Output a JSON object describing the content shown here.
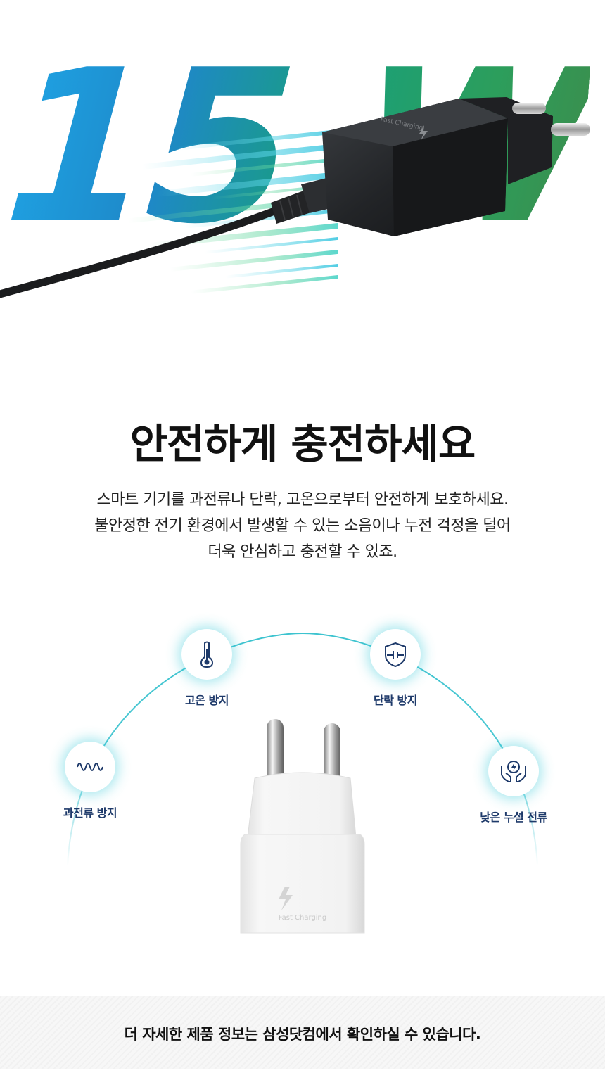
{
  "hero": {
    "title": "15 W",
    "charger_print": "Fast Charging"
  },
  "section": {
    "headline": "안전하게 충전하세요",
    "description": [
      "스마트 기기를 과전류나 단락, 고온으로부터 안전하게 보호하세요.",
      "불안정한 전기 환경에서 발생할 수 있는 소음이나 누전 걱정을 덜어",
      "더욱 안심하고 충전할 수 있죠."
    ]
  },
  "features": [
    {
      "label": "과전류 방지",
      "icon": "wave-icon"
    },
    {
      "label": "고온 방지",
      "icon": "thermometer-icon"
    },
    {
      "label": "단락 방지",
      "icon": "shield-icon"
    },
    {
      "label": "낮은 누설 전류",
      "icon": "hands-bolt-icon"
    }
  ],
  "product": {
    "print": "Fast Charging"
  },
  "footer": {
    "text": "더 자세한 제품 정보는 삼성닷컴에서 확인하실 수 있습니다."
  },
  "colors": {
    "hero_blue": "#1fa5e6",
    "hero_green": "#2c9e5c",
    "arc": "#3cc3cf",
    "feature_label": "#1e3a6a",
    "footer_bg": "#f7f7f7"
  }
}
